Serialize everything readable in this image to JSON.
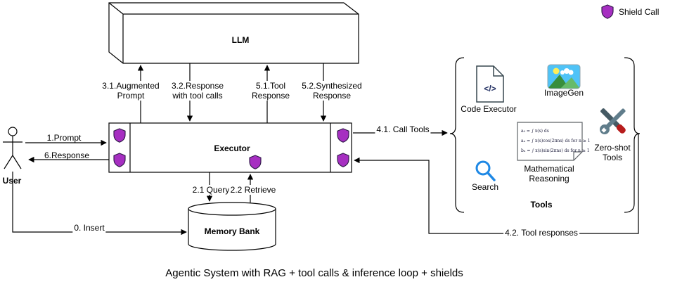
{
  "title": "Agentic System with RAG + tool calls & inference loop + shields",
  "legend": {
    "shield_label": "Shield Call"
  },
  "colors": {
    "shield_fill": "#A62FC1",
    "shield_border": "#2E1A47",
    "search_blue": "#1E88E5",
    "line": "#000000",
    "box_fill": "#FFFFFF"
  },
  "nodes": {
    "llm": "LLM",
    "executor": "Executor",
    "user": "User",
    "memory_bank": "Memory Bank"
  },
  "tools": {
    "group_label": "Tools",
    "code_executor": "Code Executor",
    "code_glyph": "</>",
    "imagegen": "ImageGen",
    "search": "Search",
    "math_reasoning": "Mathematical\nReasoning",
    "zero_shot": "Zero-shot\nTools",
    "math_formulas": [
      "a₀ = ∫ x(s) ds",
      "aₙ = ∫ x(s)cos(2πns) ds   for n ≥ 1",
      "bₙ = ∫ x(s)sin(2πns) ds   for n ≥ 1"
    ]
  },
  "edges": {
    "prompt": "1.Prompt",
    "response": "6.Response",
    "insert": "0. Insert",
    "augmented_prompt": "3.1.Augmented\nPrompt",
    "response_tool_calls": "3.2.Response\nwith tool calls",
    "tool_response": "5.1.Tool\nResponse",
    "synthesized_response": "5.2.Synthesized\nResponse",
    "call_tools": "4.1. Call Tools",
    "tool_responses": "4.2. Tool responses",
    "query": "2.1 Query",
    "retrieve": "2.2 Retrieve"
  }
}
